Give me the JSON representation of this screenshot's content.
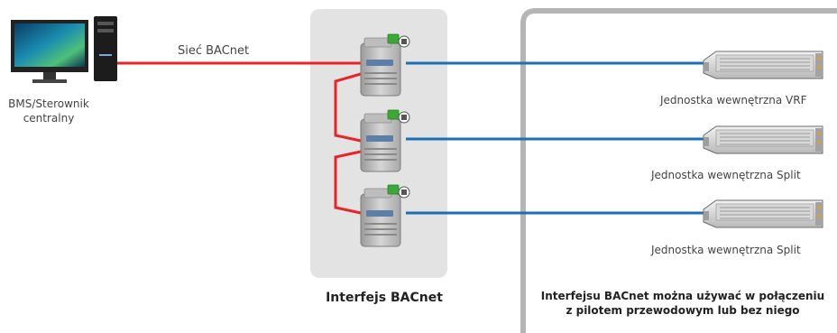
{
  "labels": {
    "bms": [
      "BMS/Sterownik",
      "centralny"
    ],
    "network": "Sieć BACnet",
    "units": [
      "Jednostka wewnętrzna VRF",
      "Jednostka wewnętrzna Split",
      "Jednostka wewnętrzna Split"
    ],
    "interface": "Interfejs BACnet",
    "note": [
      "Interfejsu BACnet można używać w połączeniu",
      "z pilotem przewodowym lub bez niego"
    ]
  },
  "icons": {
    "computer": "desktop-computer-icon",
    "gateway": "bacnet-gateway-module-icon",
    "indoor_unit": "ducted-indoor-unit-icon"
  },
  "colors": {
    "bacnet_line": "#e8232a",
    "unit_line": "#1b6fb3",
    "interface_panel": "#e3e3e3",
    "frame": "#b5b5b5",
    "connector": "#3aa935"
  }
}
